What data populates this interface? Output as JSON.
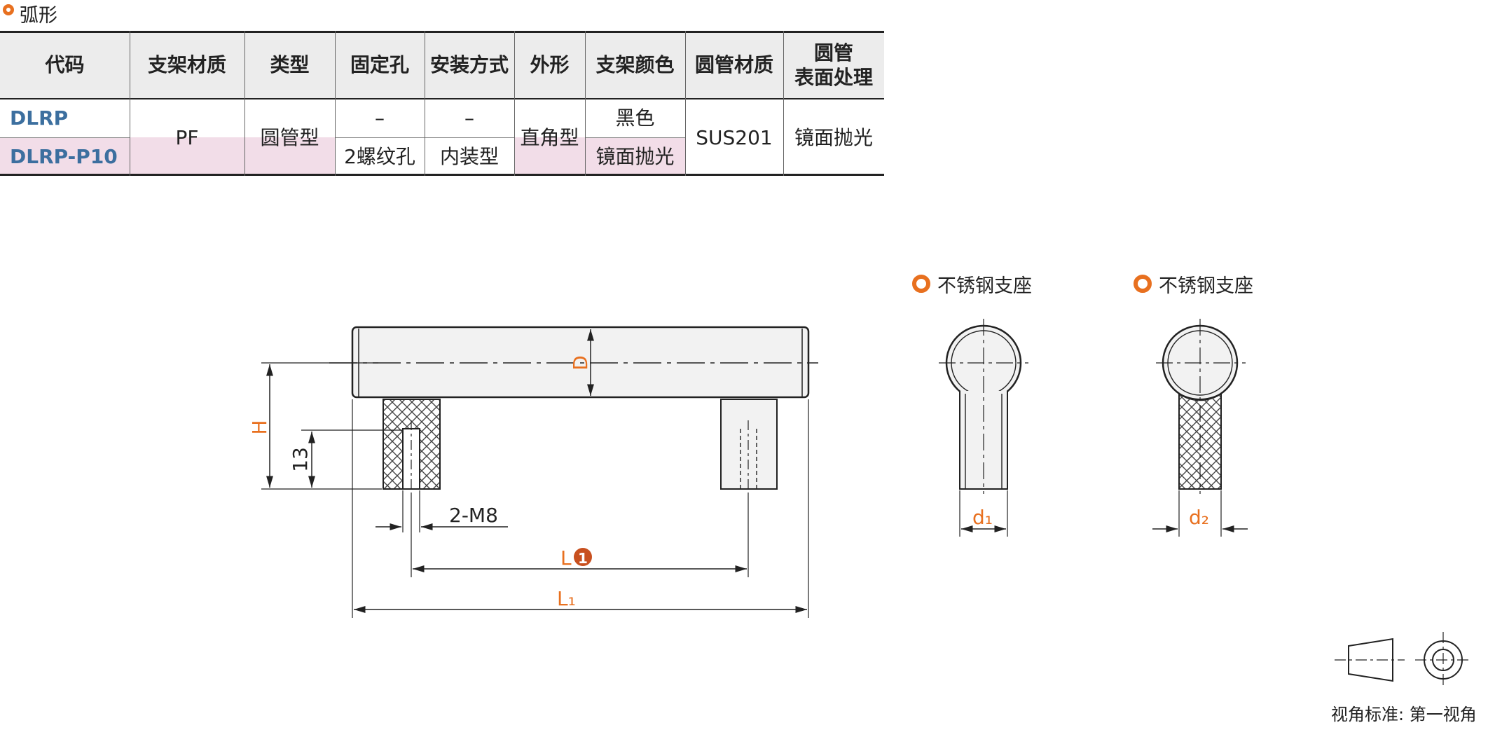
{
  "section_title": "弧形",
  "table": {
    "headers": {
      "code": "代码",
      "bracket_material": "支架材质",
      "type": "类型",
      "fixing_hole": "固定孔",
      "mounting": "安装方式",
      "shape": "外形",
      "bracket_color": "支架颜色",
      "tube_material": "圆管材质",
      "tube_surface_1": "圆管",
      "tube_surface_2": "表面处理"
    },
    "rows": [
      {
        "code": "DLRP",
        "fixing_hole": "–",
        "mounting": "–",
        "bracket_color": "黑色"
      },
      {
        "code": "DLRP-P10",
        "fixing_hole": "2螺纹孔",
        "mounting": "内装型",
        "bracket_color": "镜面抛光"
      }
    ],
    "shared": {
      "bracket_material": "PF",
      "type": "圆管型",
      "shape": "直角型",
      "tube_material": "SUS201",
      "tube_surface": "镜面抛光"
    }
  },
  "drawing": {
    "labels": {
      "D": "D",
      "H": "H",
      "depth": "13",
      "thread": "2-M8",
      "L": "L",
      "L_note": "1",
      "L1": "L₁",
      "d1": "d₁",
      "d2": "d₂"
    },
    "side_titles": [
      "不锈钢支座",
      "不锈钢支座"
    ]
  },
  "projection_note": "视角标准: 第一视角",
  "colors": {
    "accent": "#e8701f",
    "code_blue": "#3c6f9f",
    "pink_row": "#f2dde8",
    "header_bg": "#ececec"
  }
}
